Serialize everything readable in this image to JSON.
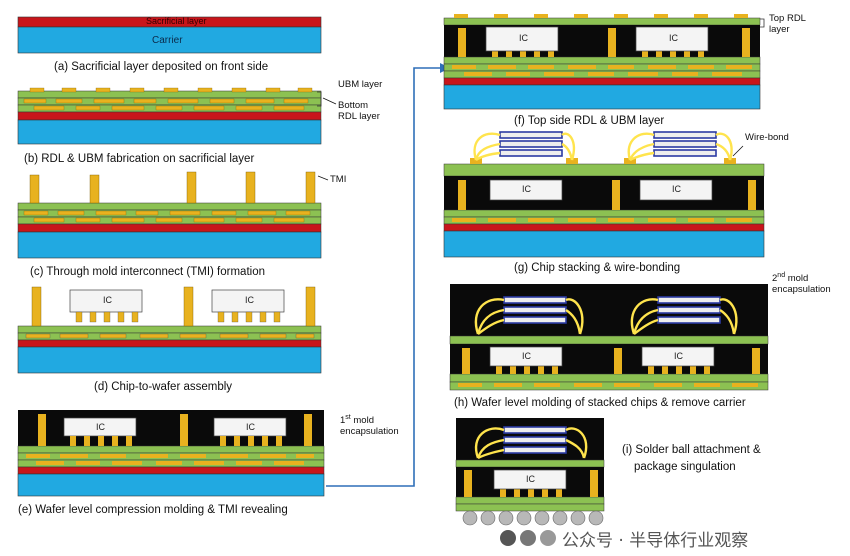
{
  "steps": {
    "a": "(a) Sacrificial layer deposited on front side",
    "b": "(b) RDL & UBM fabrication on sacrificial layer",
    "c": "(c) Through mold interconnect (TMI) formation",
    "d": "(d) Chip-to-wafer assembly",
    "e": "(e) Wafer level compression molding & TMI revealing",
    "f": "(f) Top side RDL & UBM layer",
    "g": "(g) Chip stacking & wire-bonding",
    "h": "(h) Wafer level molding of stacked chips & remove carrier",
    "i1": "(i) Solder ball attachment &",
    "i2": "package singulation"
  },
  "labels": {
    "sacrificial": "Sacrificial layer",
    "carrier": "Carrier",
    "ubm": "UBM layer",
    "bottom_rdl1": "Bottom",
    "bottom_rdl2": "RDL layer",
    "tmi": "TMI",
    "ic": "IC",
    "mold1a": "1",
    "mold1sup": "st",
    "mold1b": " mold",
    "mold1c": "encapsulation",
    "top_rdl1": "Top RDL",
    "top_rdl2": "layer",
    "wire_bond": "Wire-bond",
    "mold2a": "2",
    "mold2sup": "nd",
    "mold2b": " mold",
    "mold2c": "encapsulation"
  },
  "watermark": "公众号 · 半导体行业观察",
  "colors": {
    "carrier": "#21a9e1",
    "sacrificial": "#c8151b",
    "rdl_green": "#8cc152",
    "copper": "#e8b21f",
    "mold": "#0a0a0a",
    "chip": "#f4f4f4",
    "wire": "#ffe44d",
    "arrow": "#2e6fb8"
  }
}
